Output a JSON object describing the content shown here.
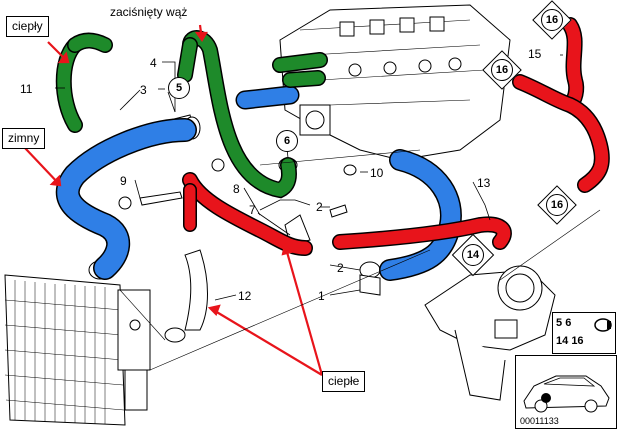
{
  "annotations": {
    "warm_top_left": "ciepły",
    "cold_left": "zimny",
    "clamped_hose": "zaciśnięty wąż",
    "warm_bottom": "ciepłe"
  },
  "part_numbers": {
    "n1": "1",
    "n2a": "2",
    "n2b": "2",
    "n3": "3",
    "n4": "4",
    "n5": "5",
    "n6": "6",
    "n7": "7",
    "n8": "8",
    "n9": "9",
    "n10": "10",
    "n11": "11",
    "n12": "12",
    "n13": "13",
    "n14": "14",
    "n15": "15",
    "n16a": "16",
    "n16b": "16",
    "n16c": "16"
  },
  "kit_legend": {
    "row1": [
      "5",
      "6"
    ],
    "row2": [
      "14",
      "16"
    ]
  },
  "diagram_code": "00011133",
  "colors": {
    "warm_hose": "#e8141b",
    "cold_hose": "#2f7fe6",
    "clamped_hose": "#1e8a2a",
    "arrow": "#e8141b",
    "line": "#000000"
  }
}
